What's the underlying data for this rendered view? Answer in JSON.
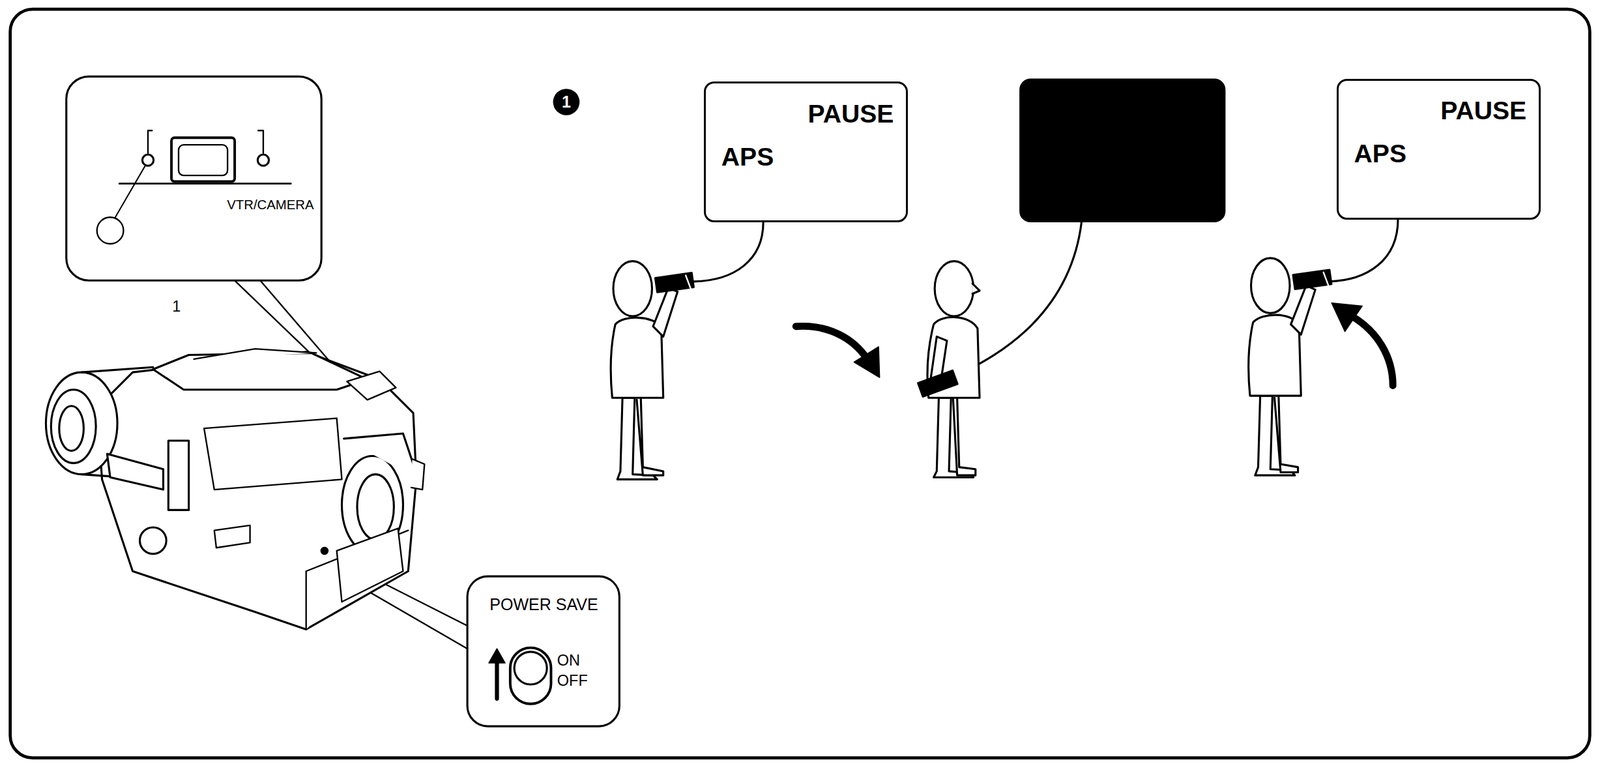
{
  "diagram": {
    "nodes": [
      {
        "text": [
          "VTR/CAMERA",
          "1"
        ]
      },
      {
        "text": [
          "PAUSE",
          "APS"
        ]
      },
      {
        "text": [
          "PAUSE",
          "APS"
        ]
      },
      {
        "text": [
          "POWER SAVE",
          "ON",
          "OFF"
        ]
      }
    ],
    "labels": [
      "1"
    ]
  }
}
